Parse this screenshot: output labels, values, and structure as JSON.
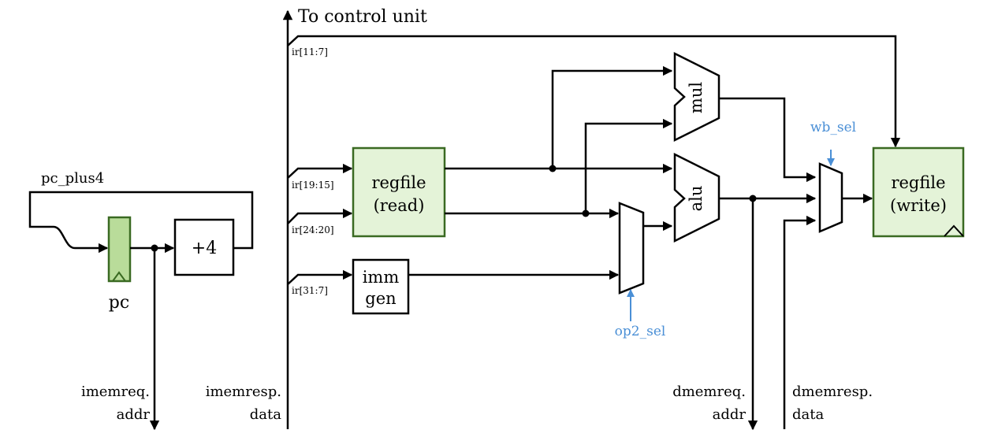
{
  "labels": {
    "control_unit": "To control unit",
    "pc_plus4": "pc_plus4",
    "pc": "pc",
    "plus4": "+4",
    "regfile_read_1": "regfile",
    "regfile_read_2": "(read)",
    "regfile_write_1": "regfile",
    "regfile_write_2": "(write)",
    "imm_1": "imm",
    "imm_2": "gen",
    "mul": "mul",
    "alu": "alu",
    "ir_11_7": "ir[11:7]",
    "ir_19_15": "ir[19:15]",
    "ir_24_20": "ir[24:20]",
    "ir_31_7": "ir[31:7]",
    "wb_sel": "wb_sel",
    "op2_sel": "op2_sel",
    "imemreq_1": "imemreq.",
    "imemreq_2": "addr",
    "imemresp_1": "imemresp.",
    "imemresp_2": "data",
    "dmemreq_1": "dmemreq.",
    "dmemreq_2": "addr",
    "dmemresp_1": "dmemresp.",
    "dmemresp_2": "data"
  },
  "colors": {
    "block_fill": "#e4f3d8",
    "block_stroke": "#3a6a22",
    "register_fill": "#b9dc9a",
    "control_signal": "#4a8fd6"
  }
}
